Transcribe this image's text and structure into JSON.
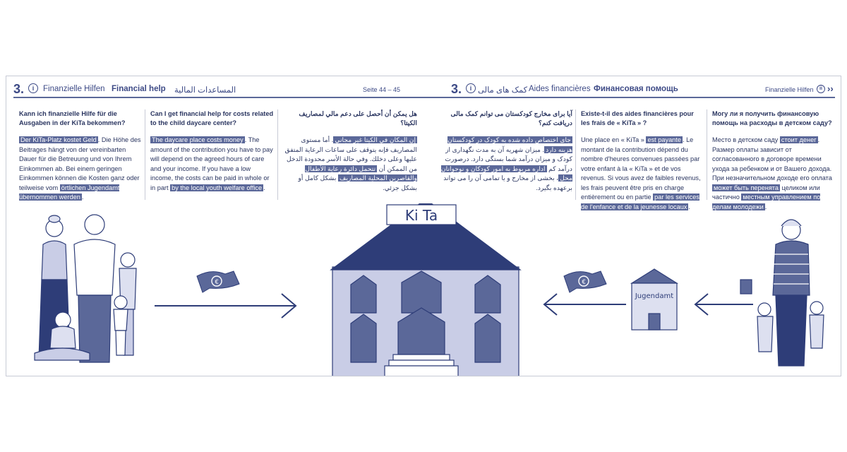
{
  "header_left": {
    "chapter": "3.",
    "chapter_icon": "i",
    "title_de": "Finanzielle Hilfen",
    "title_en": "Financial help",
    "title_ar": "المساعدات المالية",
    "page_ref": "Seite 44 – 45"
  },
  "header_right": {
    "chapter": "3.",
    "chapter_icon": "i",
    "title_ku": "کمک های مالی",
    "title_fr": "Aides financières",
    "title_ru": "Финансовая помощь",
    "section_label": "Finanzielle Hilfen",
    "section_icon": "ii",
    "nav_arrows": "››"
  },
  "columns": {
    "de": {
      "question": "Kann ich finanzielle Hilfe für die Ausgaben in der KiTa bekommen?",
      "hl1": "Der KiTa-Platz kostet Geld",
      "t1": ". Die Höhe des Beitrages hängt von der vereinbarten Dauer für die Betreuung und von Ihrem Einkommen ab. Bei einem geringen Einkommen können die Kosten ganz oder teilweise vom ",
      "hl2": "örtlichen Jugendamt übernommen werden",
      "t2": "."
    },
    "en": {
      "question": "Can I get financial help for costs related to the child daycare center?",
      "hl1": "The daycare place costs money",
      "t1": ". The amount of the contribution you have to pay will depend on the agreed hours of care and your income. If you have a low income, the costs can be paid in whole or in part ",
      "hl2": "by the local youth welfare office",
      "t2": "."
    },
    "ar": {
      "question": "هل يمكن أن أحصل على دعم مالي لمصاريف الكيتا؟",
      "hl1": "إن المكان في الكيتا غير مجاني",
      "t1": ". أما مستوى المصاريف فإنه يتوقف على ساعات الرعاية المتفق عليها وعلى دخلك. وفي حالة الأسر محدودة الدخل من الممكن أن ",
      "hl2": "تتحمل دائرة رعاية الأطفال والقاصرين المحلية المصاريف",
      "t2": " بشكل كامل أو بشكل جزئي."
    },
    "ku": {
      "question": "آیا برای مخارج کودکستان می توانم کمک مالی دریافت کنم؟",
      "hl1": "جای اختصاص داده شده به کودک در کودکستان هزینه دارد",
      "t1": ". میزان شهریه آن به مدت نگهداری از کودک و میزان درآمد شما بستگی دارد. درصورت درآمد کم ",
      "hl2": "اداره مربوط به امور کودکان و نوجوانان محل",
      "t2": "، بخشی از مخارج و یا تمامی آن را می تواند برعهده بگیرد."
    },
    "fr": {
      "question": "Existe-t-il des aides financières pour les frais de « KiTa » ?",
      "t0": "Une place en « KiTa » ",
      "hl1": "est payante",
      "t1": ". Le montant de la contribution dépend du nombre d'heures convenues passées par votre enfant à la « KiTa » et de vos revenus. Si vous avez de faibles revenus, les frais peuvent être pris en charge entièrement ou en partie ",
      "hl2": "par les services de l'enfance et de la jeunesse locaux",
      "t2": "."
    },
    "ru": {
      "question": "Могу ли я получить финансовую помощь на расходы в детском саду?",
      "t0": "Место в детском саду ",
      "hl1": "стоит денег",
      "t1": ". Размер оплаты зависит от согласованного в договоре времени ухода за ребенком и от Вашего дохода. При незначительном доходе его оплата ",
      "hl2": "может быть перенята",
      "t1b": " целиком или частично ",
      "hl3": "местным управлением по делам молодежи",
      "t2": "."
    }
  },
  "illustration": {
    "kita_sign": "Ki Ta",
    "jugendamt_sign": "Jugendamt",
    "euro_symbol": "€"
  },
  "colors": {
    "navy": "#2e3d78",
    "mid_blue": "#5b6899",
    "light_blue": "#c9cde6",
    "pale_blue": "#dde0f0"
  }
}
